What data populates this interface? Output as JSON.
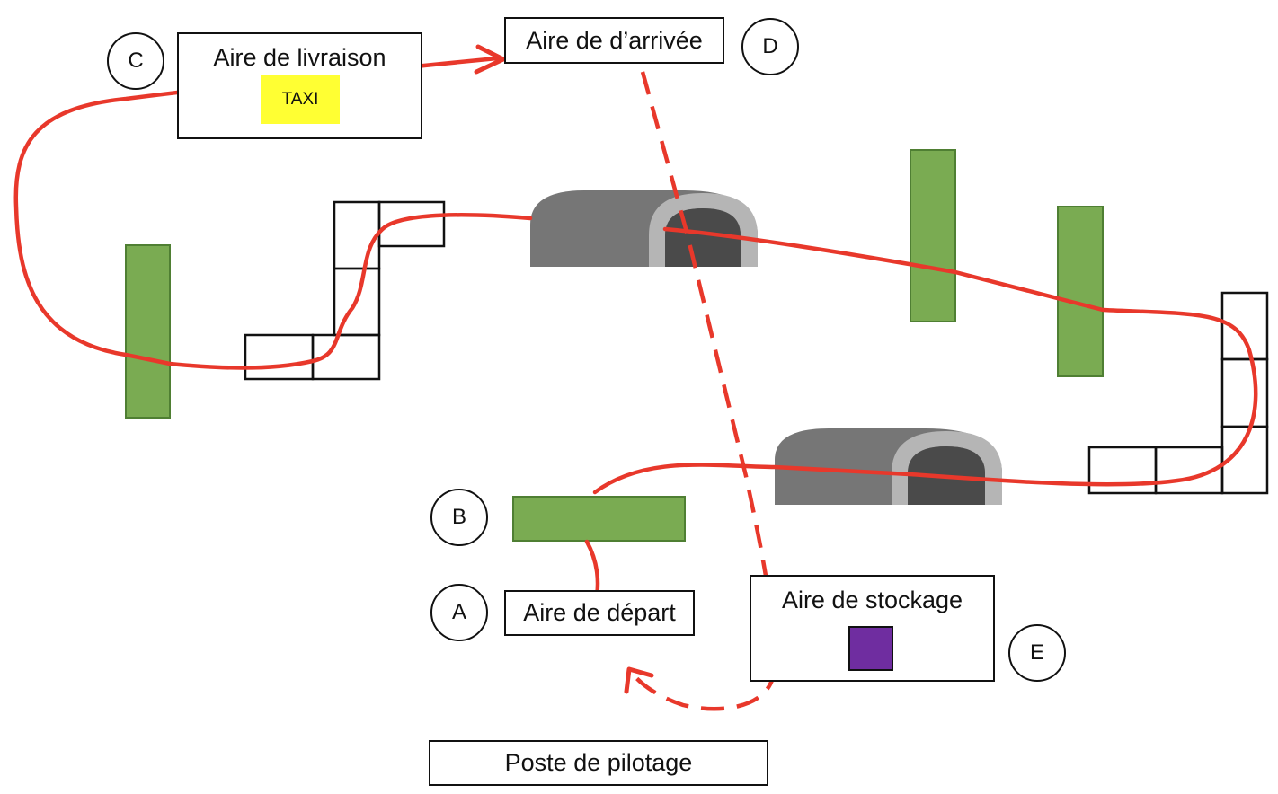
{
  "areas": {
    "livraison": "Aire de livraison",
    "arrivee": "Aire de d’arrivée",
    "depart": "Aire de départ",
    "stockage": "Aire de stockage",
    "pilotage": "Poste de pilotage"
  },
  "taxi_label": "TAXI",
  "markers": {
    "a": "A",
    "b": "B",
    "c": "C",
    "d": "D",
    "e": "E"
  },
  "colors": {
    "path": "#e8382b",
    "green_block": "#7aab52",
    "green_border": "#4f7f33",
    "tunnel_body": "#767676",
    "tunnel_stone": "#b5b5b5",
    "tunnel_inner": "#4a4a4a",
    "taxi_bg": "#ffff33",
    "stock_item": "#6f2da0"
  }
}
